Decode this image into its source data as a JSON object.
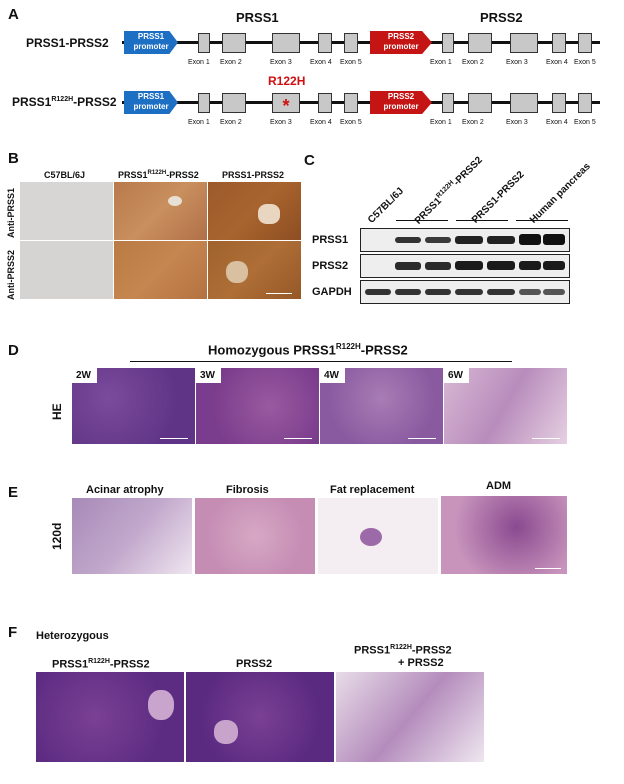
{
  "panels": {
    "a": "A",
    "b": "B",
    "c": "C",
    "d": "D",
    "e": "E",
    "f": "F"
  },
  "panelA": {
    "gene1": "PRSS1",
    "gene2": "PRSS2",
    "row1_label": "PRSS1-PRSS2",
    "row2_label_pre": "PRSS1",
    "row2_label_sup": "R122H",
    "row2_label_post": "-PRSS2",
    "mutation": "R122H",
    "mutation_mark": "*",
    "promoter1": [
      "PRSS1",
      "promoter"
    ],
    "promoter2": [
      "PRSS2",
      "promoter"
    ],
    "exons": [
      "Exon 1",
      "Exon 2",
      "Exon 3",
      "Exon 4",
      "Exon 5"
    ],
    "colors": {
      "promoter1": "#1d6fc4",
      "promoter2": "#c41414",
      "exon": "#c8c8c8",
      "mutation": "#d01010"
    }
  },
  "panelB": {
    "col1": "C57BL/6J",
    "col2_pre": "PRSS1",
    "col2_sup": "R122H",
    "col2_post": "-PRSS2",
    "col3": "PRSS1-PRSS2",
    "row1": "Anti-PRSS1",
    "row2": "Anti-PRSS2"
  },
  "panelC": {
    "lanes": [
      "C57BL/6J"
    ],
    "lane2_pre": "PRSS1",
    "lane2_sup": "R122H",
    "lane2_post": "-PRSS2",
    "lane3": "PRSS1-PRSS2",
    "lane4": "Human pancreas",
    "bands": [
      "PRSS1",
      "PRSS2",
      "GAPDH"
    ]
  },
  "panelD": {
    "title_pre": "Homozygous PRSS1",
    "title_sup": "R122H",
    "title_post": "-PRSS2",
    "stain": "HE",
    "timepoints": [
      "2W",
      "3W",
      "4W",
      "6W"
    ]
  },
  "panelE": {
    "time": "120d",
    "labels": [
      "Acinar atrophy",
      "Fibrosis",
      "Fat replacement",
      "ADM"
    ]
  },
  "panelF": {
    "title": "Heterozygous",
    "col1_pre": "PRSS1",
    "col1_sup": "R122H",
    "col1_post": "-PRSS2",
    "col2": "PRSS2",
    "col3_line1_pre": "PRSS1",
    "col3_line1_sup": "R122H",
    "col3_line1_post": "-PRSS2",
    "col3_line2": "+ PRSS2"
  }
}
